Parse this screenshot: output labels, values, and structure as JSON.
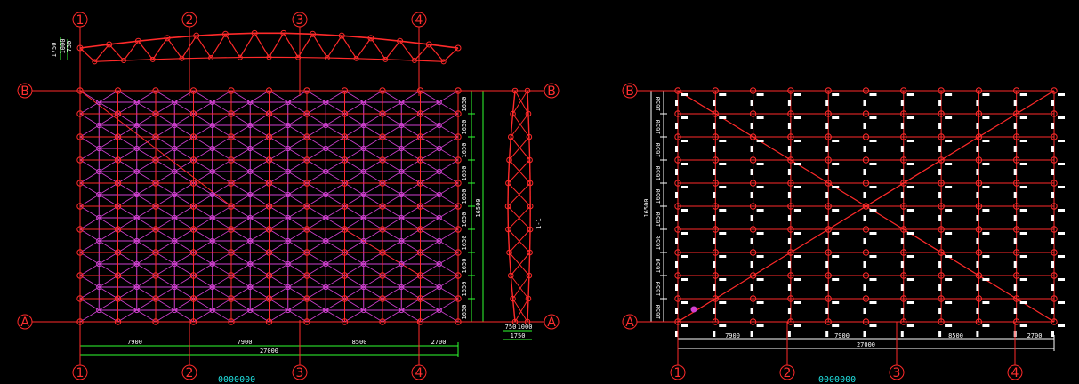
{
  "colors": {
    "background": "#000000",
    "member_red": "#ff2a2a",
    "member_magenta": "#d040d0",
    "dimension_green": "#30ff30",
    "text_white": "#ffffff",
    "caption_cyan": "#20e0e0"
  },
  "left_plan": {
    "grid_columns": [
      "1",
      "2",
      "3",
      "4"
    ],
    "grid_rows": [
      "B",
      "A"
    ],
    "bottom_dims": [
      "7900",
      "7900",
      "8500",
      "2700"
    ],
    "bottom_total": "27000",
    "right_dims": [
      "1650",
      "1650",
      "1650",
      "1650",
      "1650",
      "1650",
      "1650",
      "1650",
      "1650",
      "1650"
    ],
    "right_total": "16500",
    "section_dims": [
      "750",
      "1000"
    ],
    "section_bottom": "1750",
    "elevation_dims": [
      "1750",
      "1000",
      "750"
    ],
    "section_mark": "1-1",
    "caption": "0000000"
  },
  "right_plan": {
    "grid_columns": [
      "1",
      "2",
      "3",
      "4"
    ],
    "grid_rows": [
      "B",
      "A"
    ],
    "bottom_dims": [
      "7900",
      "7900",
      "8500",
      "2700"
    ],
    "bottom_total": "27000",
    "left_dims": [
      "1650",
      "1650",
      "1650",
      "1650",
      "1650",
      "1650",
      "1650",
      "1650",
      "1650",
      "1650"
    ],
    "left_total": "16500",
    "caption": "0000000"
  }
}
